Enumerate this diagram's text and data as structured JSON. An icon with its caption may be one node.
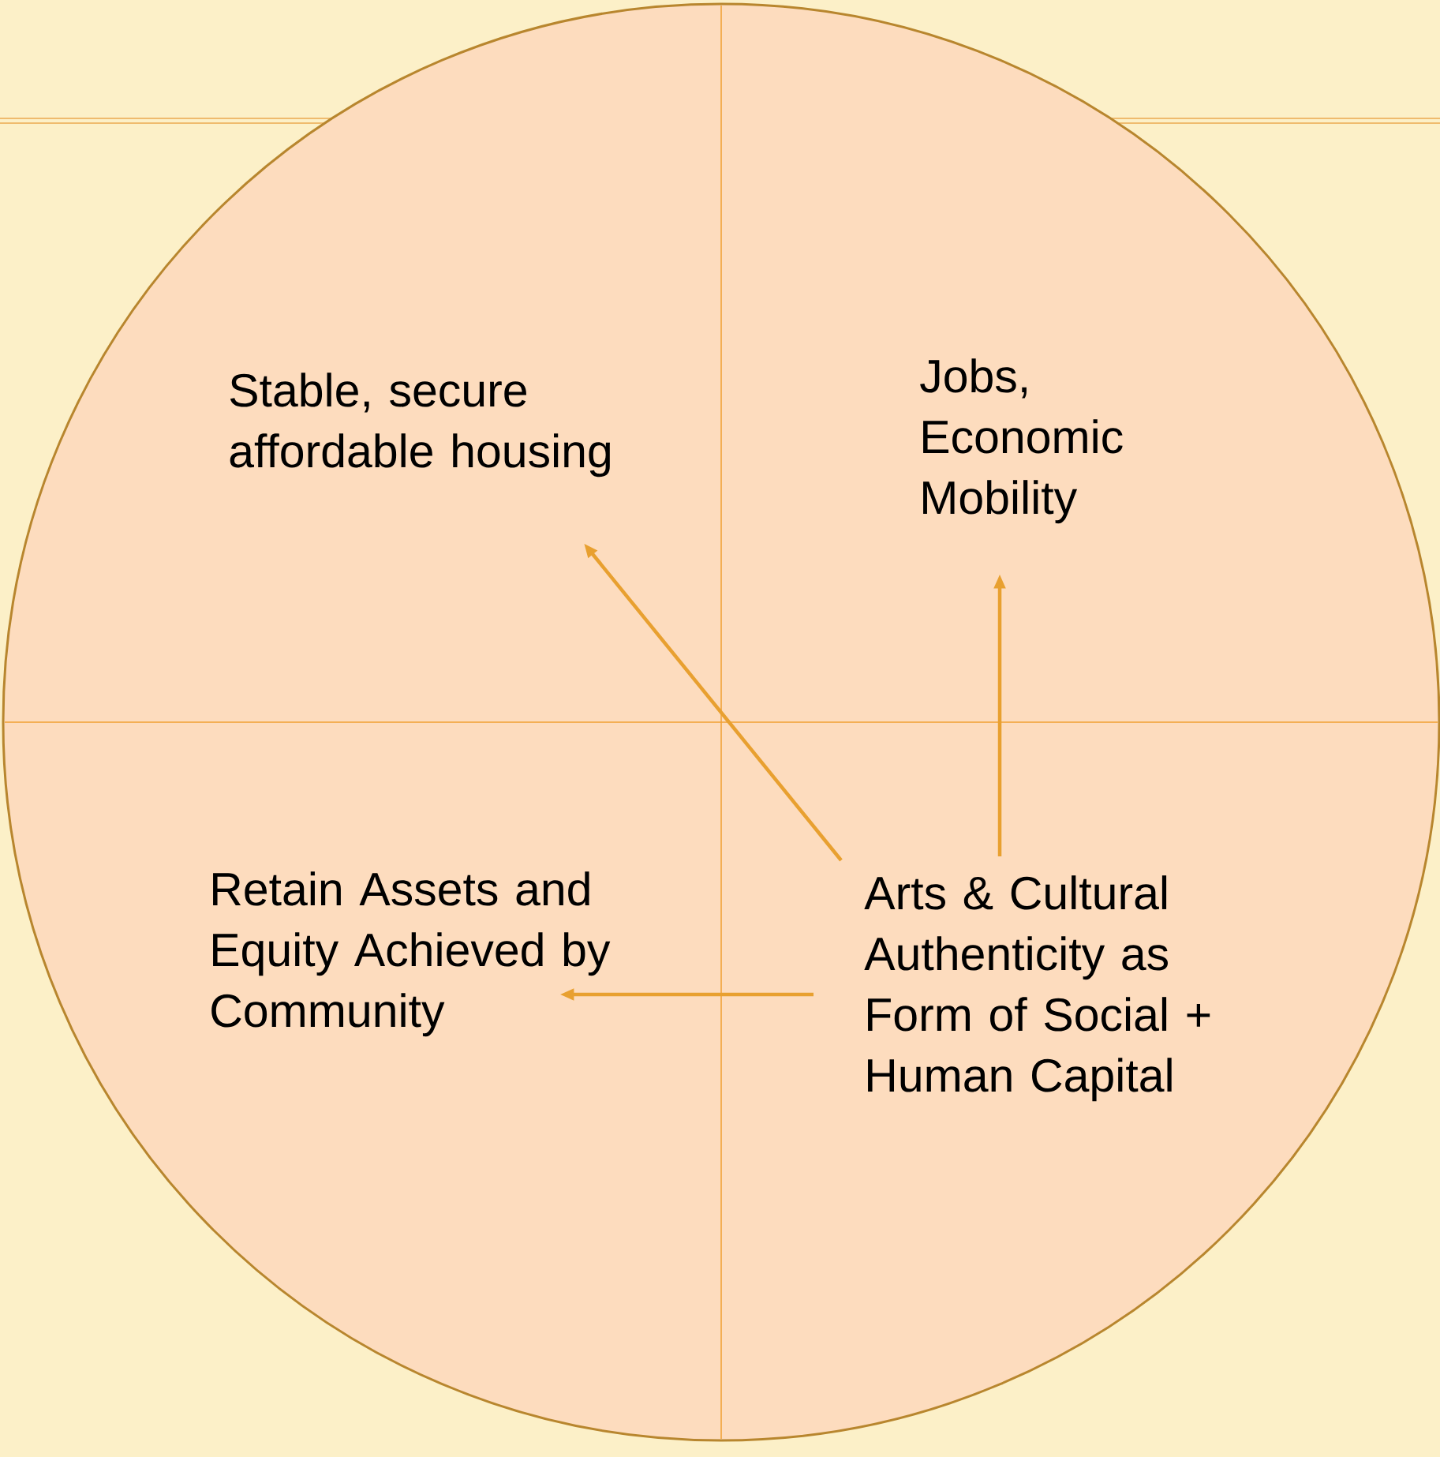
{
  "diagram": {
    "nodes": [
      {
        "text": [],
        "shape": "circle"
      },
      {
        "text": [
          "Stable, secure affordable housing"
        ],
        "in": 0
      },
      {
        "text": [
          "Jobs, Economic Mobility"
        ],
        "in": 0
      },
      {
        "text": [
          "Retain Assets and Equity Achieved by Community"
        ],
        "in": 0
      },
      {
        "text": [
          "Arts & Cultural Authenticity as Form of Social + Human Capital"
        ],
        "in": 0
      }
    ],
    "edges": [
      {
        "from": 4,
        "to": 1,
        "arrow": "to"
      },
      {
        "from": 4,
        "to": 2,
        "arrow": "to"
      },
      {
        "from": 4,
        "to": 3,
        "arrow": "to"
      }
    ]
  }
}
